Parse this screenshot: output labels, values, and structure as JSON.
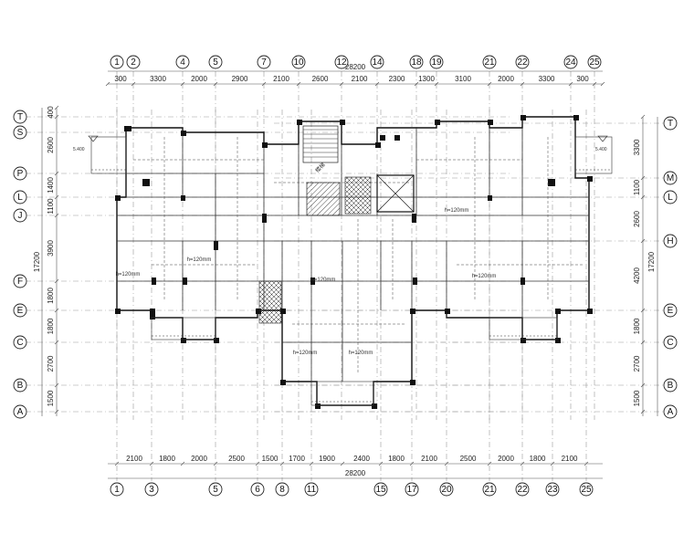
{
  "top_axes": [
    "1",
    "2",
    "4",
    "5",
    "7",
    "10",
    "12",
    "14",
    "18",
    "19",
    "21",
    "22",
    "24",
    "25"
  ],
  "bottom_axes": [
    "1",
    "3",
    "5",
    "6",
    "8",
    "11",
    "15",
    "17",
    "20",
    "21",
    "22",
    "23",
    "25"
  ],
  "left_axes": [
    "T",
    "S",
    "P",
    "L",
    "J",
    "F",
    "E",
    "C",
    "B",
    "A"
  ],
  "right_axes": [
    "T",
    "M",
    "L",
    "H",
    "E",
    "C",
    "B",
    "A"
  ],
  "top_total": "28200",
  "bottom_total": "28200",
  "top_dims": [
    "300",
    "3300",
    "2000",
    "2900",
    "2100",
    "2600",
    "2100",
    "2300",
    "1300",
    "3100",
    "2000",
    "3300",
    "300"
  ],
  "bottom_dims": [
    "2100",
    "1800",
    "2000",
    "2500",
    "1500",
    "1700",
    "1900",
    "2400",
    "1800",
    "2100",
    "2500",
    "2000",
    "1800",
    "2100"
  ],
  "left_dims": [
    "400",
    "2600",
    "1400",
    "1100",
    "3900",
    "1800",
    "1800",
    "2700",
    "1500"
  ],
  "left_total": "17200",
  "right_dims": [
    "3300",
    "1100",
    "2600",
    "4200",
    "1800",
    "2700",
    "1500"
  ],
  "right_total": "17200",
  "slab_labels": [
    "h=120mm",
    "h=120mm",
    "h=120mm",
    "h=120mm",
    "h=120mm",
    "h=120mm",
    "h=120mm"
  ],
  "level_labels": [
    "5.400",
    "5.400"
  ],
  "stair_label": "楼梯"
}
